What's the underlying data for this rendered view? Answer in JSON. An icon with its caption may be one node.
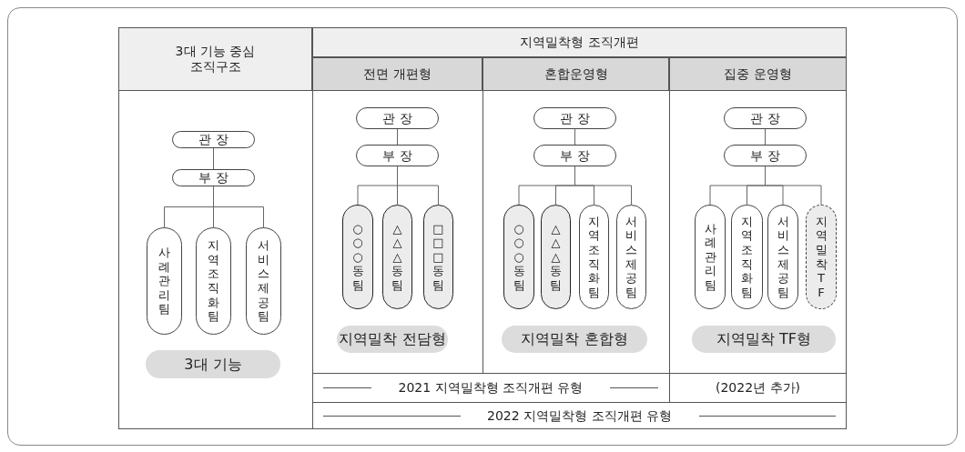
{
  "diagram": {
    "nodes": [
      {
        "text": [
          "관 장"
        ]
      },
      {
        "text": [
          "부 장"
        ]
      },
      {
        "text": [
          "사례관리팀"
        ]
      },
      {
        "text": [
          "지역조직화팀"
        ]
      },
      {
        "text": [
          "서비스제공팀"
        ]
      },
      {
        "text": [
          "3대 기능"
        ]
      },
      {
        "text": [
          "관 장"
        ]
      },
      {
        "text": [
          "부 장"
        ]
      },
      {
        "text": [
          "○○○동팀"
        ]
      },
      {
        "text": [
          "△△△동팀"
        ]
      },
      {
        "text": [
          "□□□동팀"
        ]
      },
      {
        "text": [
          "지역밀착 전담형"
        ]
      },
      {
        "text": [
          "관 장"
        ]
      },
      {
        "text": [
          "부 장"
        ]
      },
      {
        "text": [
          "○○○동팀"
        ]
      },
      {
        "text": [
          "△△△동팀"
        ]
      },
      {
        "text": [
          "지역조직화팀"
        ]
      },
      {
        "text": [
          "서비스제공팀"
        ]
      },
      {
        "text": [
          "지역밀착 혼합형"
        ]
      },
      {
        "text": [
          "관 장"
        ]
      },
      {
        "text": [
          "부 장"
        ]
      },
      {
        "text": [
          "사례관리팀"
        ]
      },
      {
        "text": [
          "지역조직화팀"
        ]
      },
      {
        "text": [
          "서비스제공팀"
        ]
      },
      {
        "text": [
          "지역밀착TF"
        ]
      },
      {
        "text": [
          "지역밀착 TF형"
        ]
      }
    ],
    "edges": [
      {
        "from": 0,
        "to": 1,
        "arrow": "none"
      },
      {
        "from": 1,
        "to": 2,
        "arrow": "none"
      },
      {
        "from": 1,
        "to": 3,
        "arrow": "none"
      },
      {
        "from": 1,
        "to": 4,
        "arrow": "none"
      },
      {
        "from": 6,
        "to": 7,
        "arrow": "none"
      },
      {
        "from": 7,
        "to": 8,
        "arrow": "none"
      },
      {
        "from": 7,
        "to": 9,
        "arrow": "none"
      },
      {
        "from": 7,
        "to": 10,
        "arrow": "none"
      },
      {
        "from": 12,
        "to": 13,
        "arrow": "none"
      },
      {
        "from": 13,
        "to": 14,
        "arrow": "none"
      },
      {
        "from": 13,
        "to": 15,
        "arrow": "none"
      },
      {
        "from": 13,
        "to": 16,
        "arrow": "none"
      },
      {
        "from": 13,
        "to": 17,
        "arrow": "none"
      },
      {
        "from": 19,
        "to": 20,
        "arrow": "none"
      },
      {
        "from": 20,
        "to": 21,
        "arrow": "none"
      },
      {
        "from": 20,
        "to": 22,
        "arrow": "none"
      },
      {
        "from": 20,
        "to": 23,
        "arrow": "none"
      },
      {
        "from": 20,
        "to": 24,
        "arrow": "none"
      }
    ],
    "labels": [
      "3대 기능 중심 조직구조",
      "지역밀착형 조직개편",
      "전면 개편형",
      "혼합운영형",
      "집중 운영형",
      "2021 지역밀착형 조직개편 유형",
      "(2022년 추가)",
      "2022 지역밀착형 조직개편 유형"
    ]
  }
}
